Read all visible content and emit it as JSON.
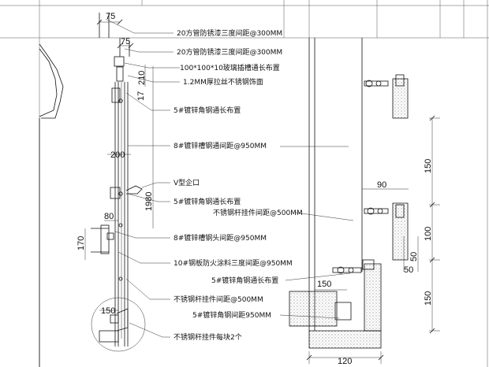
{
  "annotations": {
    "a1": "20方管防锈漆三度间距@300MM",
    "a2": "20方管防锈漆三度间距@300MM",
    "a3": "100*100*10玻璃插槽通长布置",
    "a4": "1.2MM厚拉丝不锈钢饰面",
    "a5": "5#镀锌角钢通长布置",
    "a6": "8#镀锌槽钢通间距@950MM",
    "a7": "V型企口",
    "a8": "5#镀锌角钢通长布置",
    "a9": "不锈钢杆挂件间距@500MM",
    "a10": "8#镀锌槽钢头间距@950MM",
    "a11": "10#钢板防火涂料三度间距@950MM",
    "a12": "5#镀锌角钢通长布置",
    "a13": "不锈钢杆挂件间距@500MM",
    "a14": "5#镀锌角钢间距950MM",
    "a15": "不锈钢杆挂件每块2个"
  },
  "dimensions": {
    "d75a": "75",
    "d75b": "75",
    "d210": "210",
    "d17": "17",
    "d200": "200",
    "d1980": "1980",
    "d80": "80",
    "d170": "170",
    "d150L": "150",
    "d90": "90",
    "d150R1": "150",
    "d100": "100",
    "d50a": "50",
    "d50b": "50",
    "d150R2": "150",
    "d150mid": "150",
    "d120": "120"
  }
}
